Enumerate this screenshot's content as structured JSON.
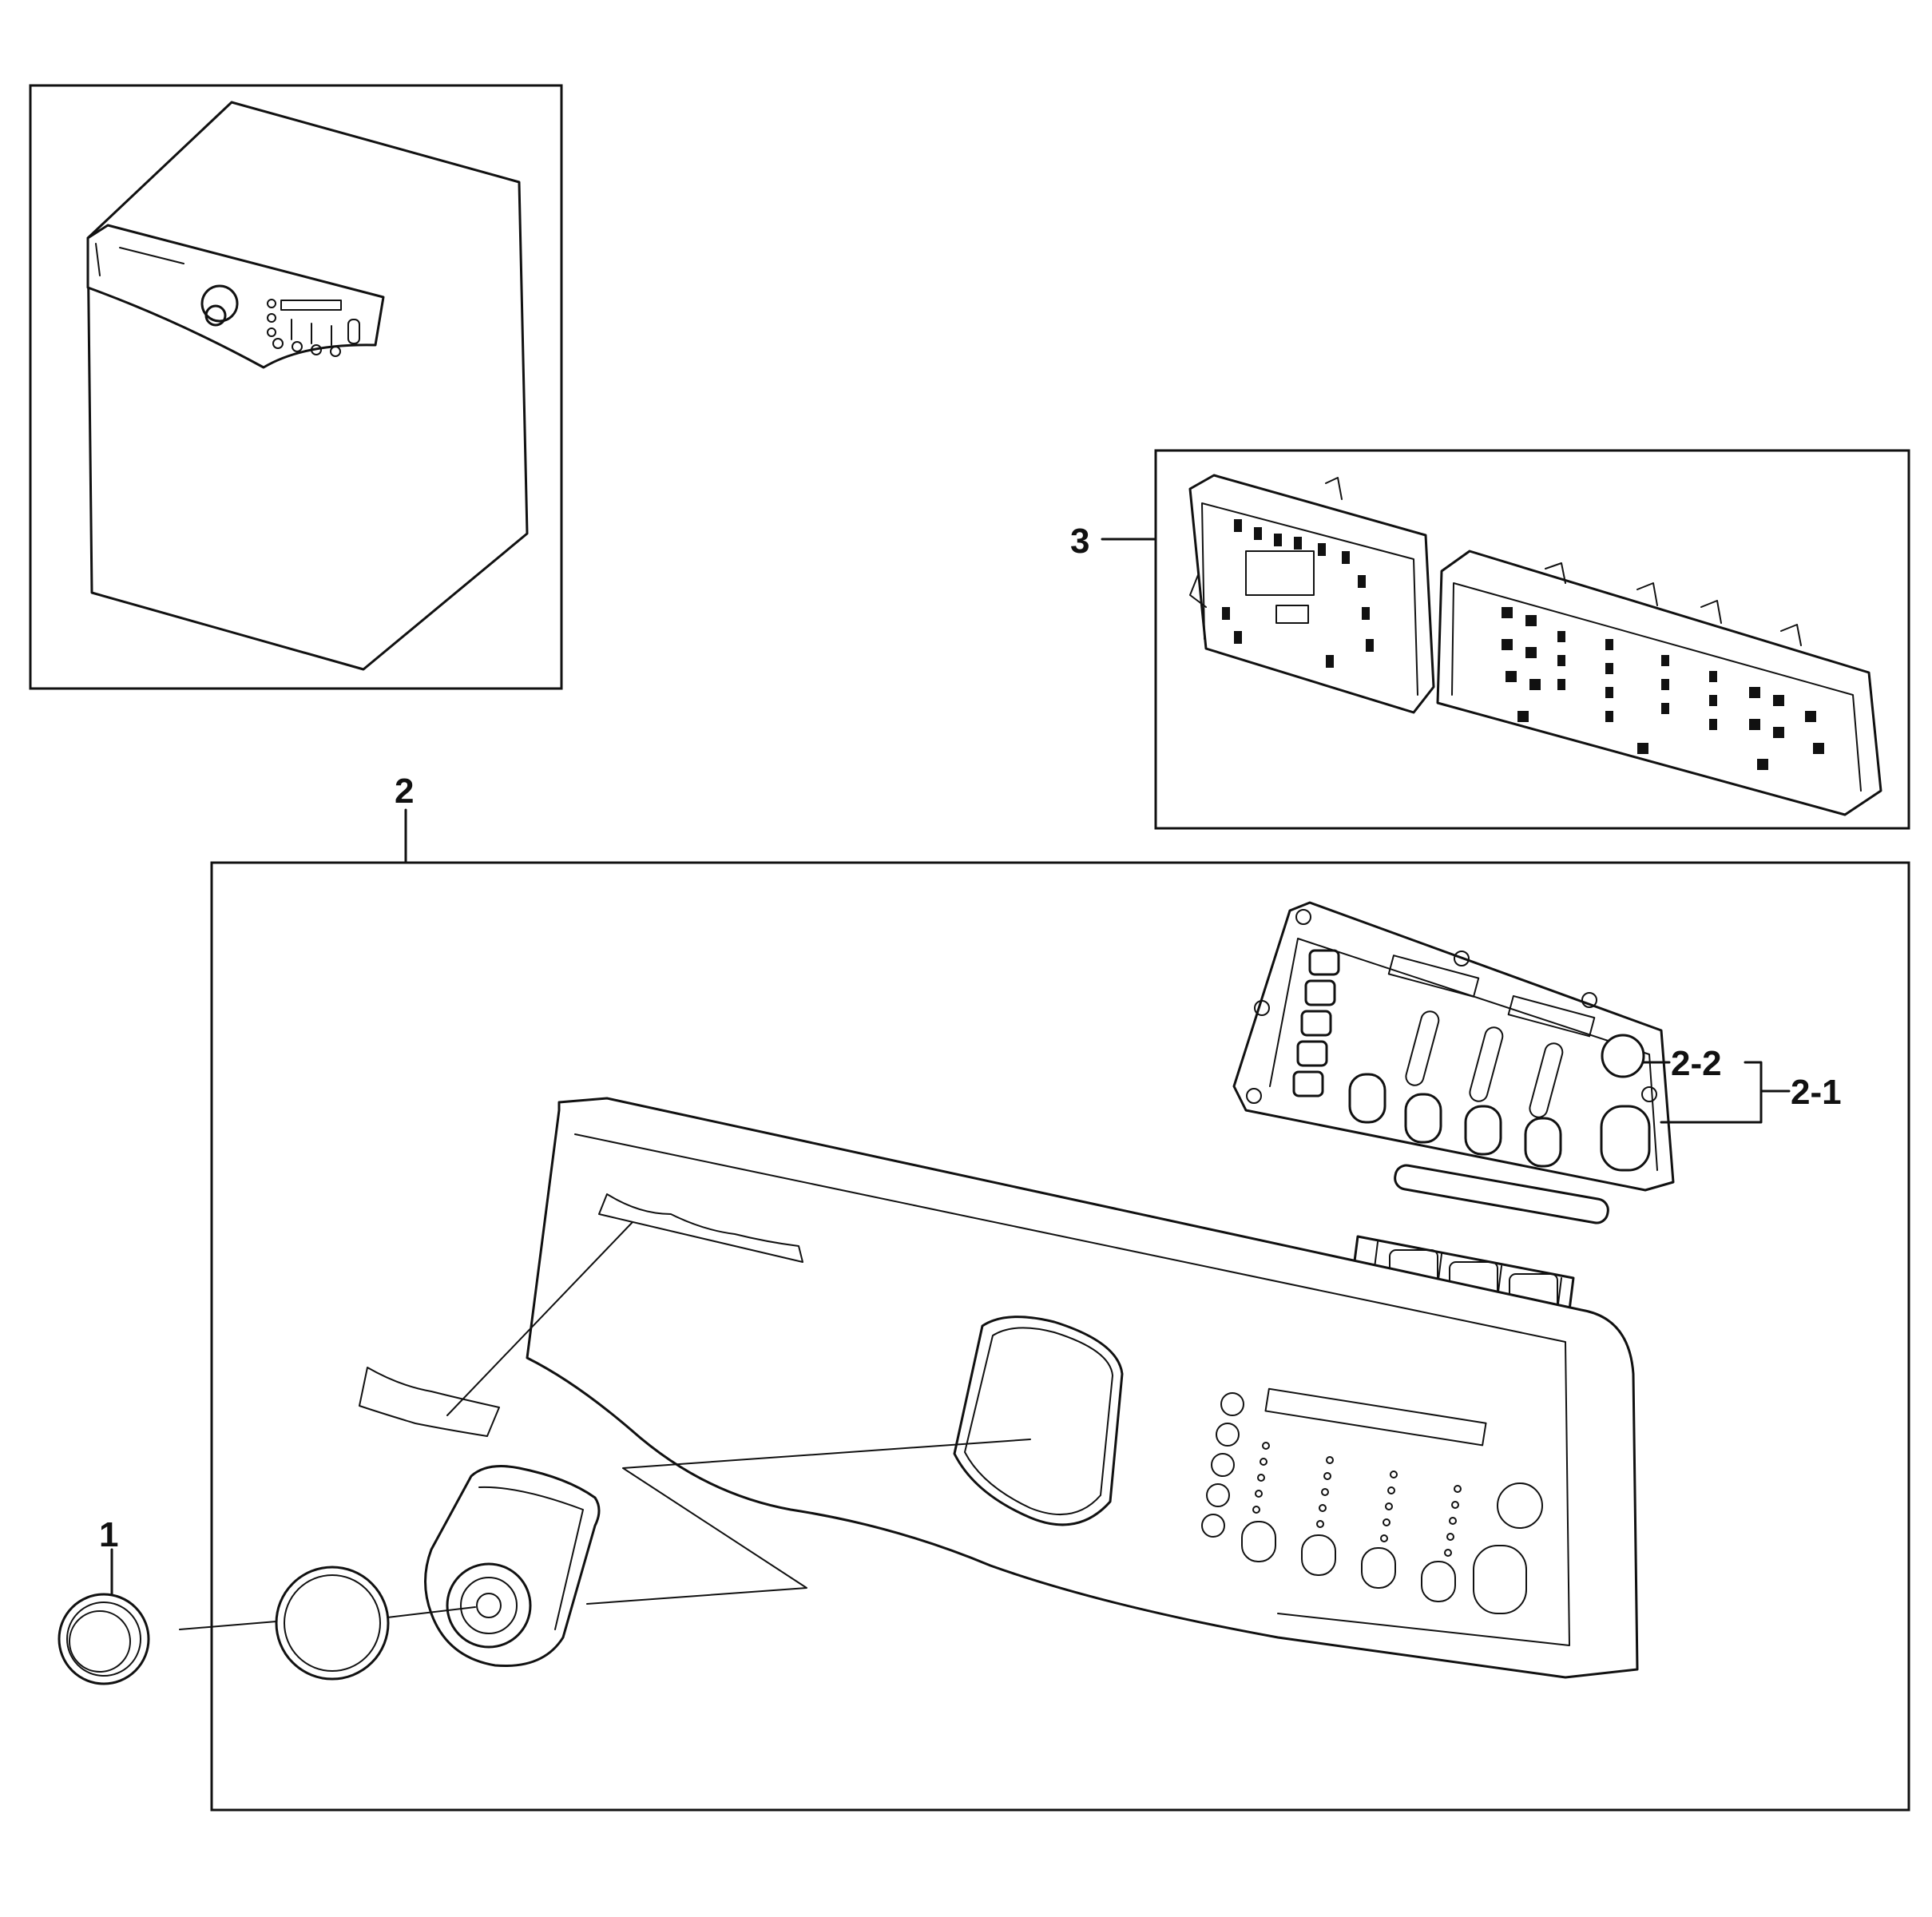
{
  "callouts": {
    "knob": "1",
    "control_panel_assy": "2",
    "pcb_main_assy": "2-1",
    "pcb_sub_button": "2-2",
    "pcb_module": "3"
  },
  "colors": {
    "line": "#111111",
    "background": "#ffffff"
  }
}
